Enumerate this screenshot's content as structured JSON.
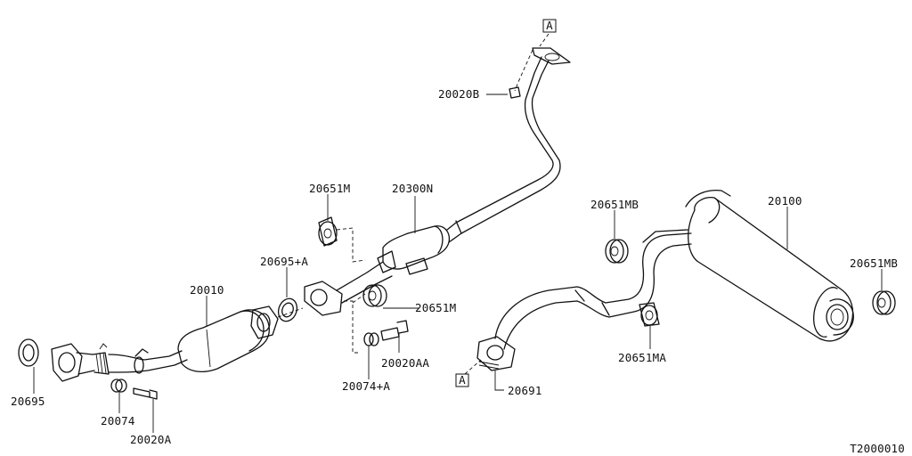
{
  "labels": {
    "p20020B": "20020B",
    "p20651M_top": "20651M",
    "p20300N": "20300N",
    "p20695A": "20695+A",
    "p20010": "20010",
    "p20651M_mid": "20651M",
    "p20020AA": "20020AA",
    "p20074A": "20074+A",
    "p20695": "20695",
    "p20074": "20074",
    "p20020A": "20020A",
    "p20651MB_left": "20651MB",
    "p20100": "20100",
    "p20651MB_right": "20651MB",
    "p20651MA": "20651MA",
    "p20691": "20691",
    "refA_top": "A",
    "refA_bottom": "A"
  },
  "drawing_code": "T2000010"
}
